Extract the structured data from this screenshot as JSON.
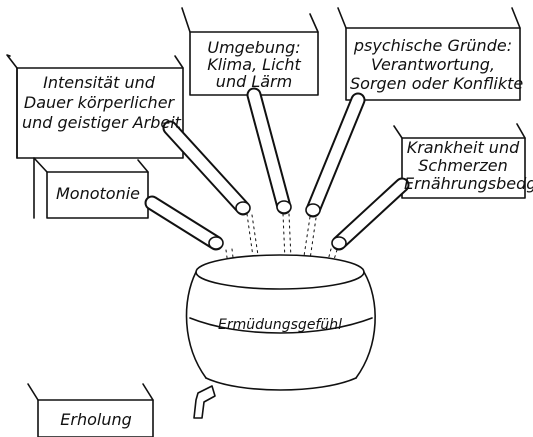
{
  "boxes": {
    "box_intensity": {
      "lines": [
        "Intensität und",
        "Dauer körperlicher",
        "und geistiger Arbeit"
      ]
    },
    "box_environment": {
      "lines": [
        "Umgebung:",
        "Klima, Licht",
        "und Lärm"
      ]
    },
    "box_psychological": {
      "lines": [
        "psychische Gründe:",
        "Verantwortung,",
        "Sorgen oder Konflikte"
      ]
    },
    "box_illness": {
      "lines": [
        "Krankheit und",
        "Schmerzen",
        "Ernährungsbedg"
      ]
    },
    "box_monotony": {
      "lines": [
        "Monotonie"
      ]
    },
    "box_recovery": {
      "lines": [
        "Erholung"
      ]
    }
  },
  "barrel": {
    "label": "Ermüdungsgefühl"
  },
  "colors": {
    "ink": "#111111",
    "paper": "#ffffff"
  }
}
